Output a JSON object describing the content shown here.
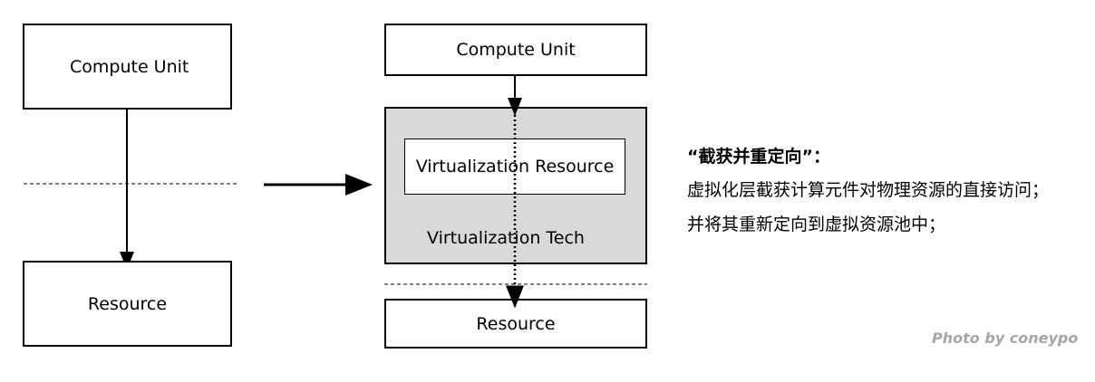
{
  "left_diagram": {
    "top_box": "Compute Unit",
    "bottom_box": "Resource"
  },
  "right_diagram": {
    "top_box": "Compute Unit",
    "inner_box": "Virtualization Resource",
    "layer_label": "Virtualization Tech",
    "bottom_box": "Resource"
  },
  "description": {
    "title": "“截获并重定向”：",
    "line1": "虚拟化层截获计算元件对物理资源的直接访问；",
    "line2": "并将其重新定向到虚拟资源池中；"
  },
  "credit": "Photo by coneypo",
  "colors": {
    "layer_fill": "#d9d9d9",
    "credit": "#a6a6a6"
  }
}
